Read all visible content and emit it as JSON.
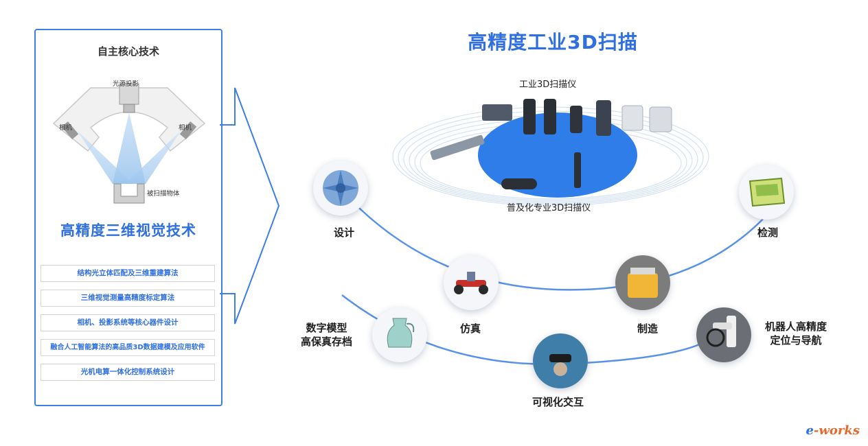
{
  "left_panel": {
    "title": "自主核心技术",
    "diagram_labels": {
      "projector": "光源投影",
      "camera_left": "相机",
      "camera_right": "相机",
      "object": "被扫描物体"
    },
    "main_heading": "高精度三维视觉技术",
    "technologies": [
      "结构光立体匹配及三维重建算法",
      "三维视觉测量高精度标定算法",
      "相机、投影系统等核心器件设计",
      "融合人工智能算法的高品质3D数据建模及应用软件",
      "光机电算一体化控制系统设计"
    ]
  },
  "right_panel": {
    "title": "高精度工业3D扫描",
    "industrial_label": "工业3D扫描仪",
    "consumer_label": "普及化专业3D扫描仪",
    "applications": [
      "设计",
      "检测",
      "仿真",
      "制造",
      "数字模型\n高保真存档",
      "机器人高精度\n定位与导航",
      "可视化交互"
    ]
  },
  "watermark": {
    "prefix": "e",
    "suffix": "works"
  },
  "colors": {
    "accent": "#2f6fe0",
    "panel_border": "#3b7ee6",
    "platform": "#2f7de8"
  }
}
